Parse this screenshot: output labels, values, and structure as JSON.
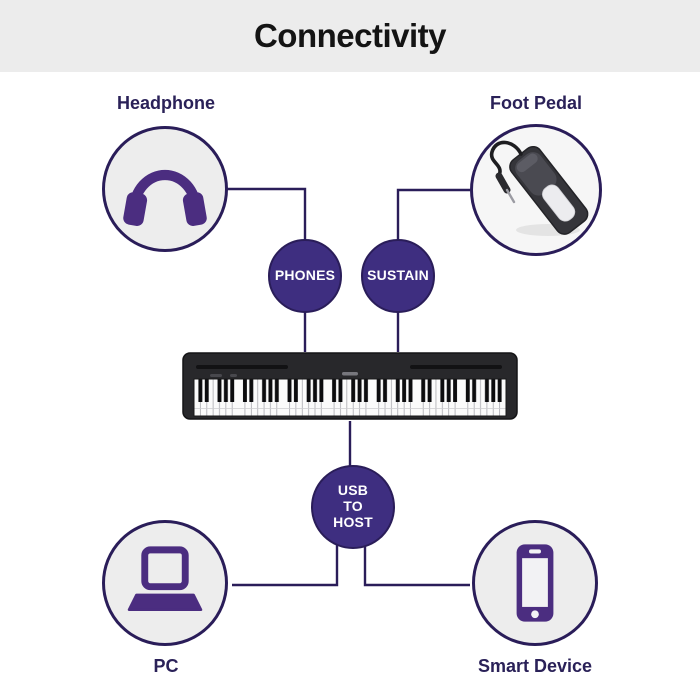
{
  "header": {
    "title": "Connectivity"
  },
  "devices": {
    "headphone": {
      "label": "Headphone",
      "icon": "headphones-icon"
    },
    "foot_pedal": {
      "label": "Foot Pedal",
      "icon": "sustain-pedal-photo"
    },
    "pc": {
      "label": "PC",
      "icon": "laptop-icon"
    },
    "smart_device": {
      "label": "Smart Device",
      "icon": "smartphone-icon"
    }
  },
  "piano": {
    "icon": "digital-piano-illustration"
  },
  "ports": {
    "phones": {
      "label": "PHONES"
    },
    "sustain": {
      "label": "SUSTAIN"
    },
    "usb_to_host": {
      "line1": "USB",
      "line2": "TO",
      "line3": "HOST"
    }
  },
  "colors": {
    "header_bg": "#ececec",
    "title_text": "#141414",
    "label_text": "#2a2158",
    "connector": "#2a1d59",
    "node_fill": "#3e2e80",
    "node_text": "#ffffff",
    "circle_fill": "#ededed",
    "icon_purple": "#4b2d80"
  }
}
